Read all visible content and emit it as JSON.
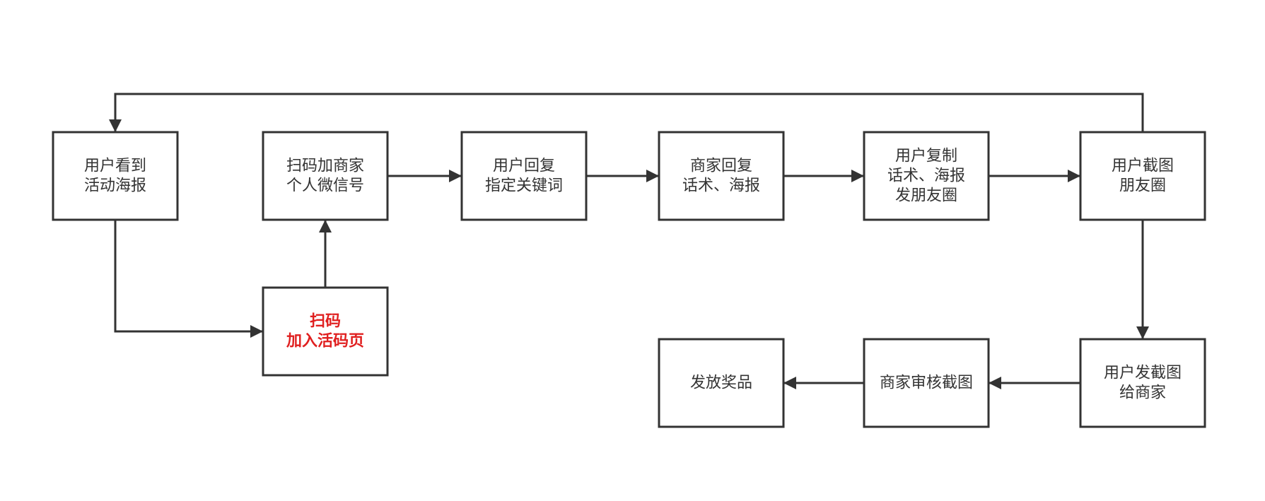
{
  "colors": {
    "stroke": "#333333",
    "text": "#333333",
    "highlight_text": "#e02020",
    "background": "#ffffff"
  },
  "nodes": [
    {
      "id": "see-poster",
      "lines": [
        "用户看到",
        "活动海报"
      ],
      "highlight": false
    },
    {
      "id": "scan-add-wechat",
      "lines": [
        "扫码加商家",
        "个人微信号"
      ],
      "highlight": false
    },
    {
      "id": "reply-keyword",
      "lines": [
        "用户回复",
        "指定关键词"
      ],
      "highlight": false
    },
    {
      "id": "merchant-reply",
      "lines": [
        "商家回复",
        "话术、海报"
      ],
      "highlight": false
    },
    {
      "id": "copy-post",
      "lines": [
        "用户复制",
        "话术、海报",
        "发朋友圈"
      ],
      "highlight": false
    },
    {
      "id": "screenshot",
      "lines": [
        "用户截图",
        "朋友圈"
      ],
      "highlight": false
    },
    {
      "id": "scan-live-code",
      "lines": [
        "扫码",
        "加入活码页"
      ],
      "highlight": true
    },
    {
      "id": "send-screenshot",
      "lines": [
        "用户发截图",
        "给商家"
      ],
      "highlight": false
    },
    {
      "id": "review-screenshot",
      "lines": [
        "商家审核截图"
      ],
      "highlight": false
    },
    {
      "id": "give-prize",
      "lines": [
        "发放奖品"
      ],
      "highlight": false
    }
  ],
  "edges": [
    {
      "from": "see-poster",
      "to": "scan-live-code"
    },
    {
      "from": "scan-live-code",
      "to": "scan-add-wechat"
    },
    {
      "from": "scan-add-wechat",
      "to": "reply-keyword"
    },
    {
      "from": "reply-keyword",
      "to": "merchant-reply"
    },
    {
      "from": "merchant-reply",
      "to": "copy-post"
    },
    {
      "from": "copy-post",
      "to": "screenshot"
    },
    {
      "from": "screenshot",
      "to": "see-poster"
    },
    {
      "from": "screenshot",
      "to": "send-screenshot"
    },
    {
      "from": "send-screenshot",
      "to": "review-screenshot"
    },
    {
      "from": "review-screenshot",
      "to": "give-prize"
    }
  ]
}
